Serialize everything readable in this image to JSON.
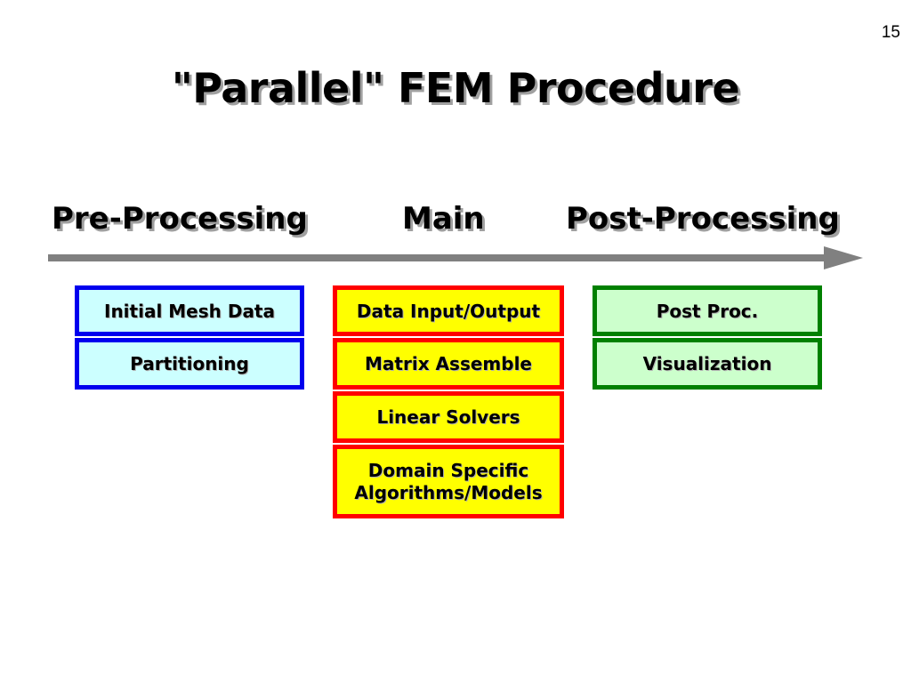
{
  "page_number": "15",
  "title": "\"Parallel\" FEM Procedure",
  "phases": {
    "pre": "Pre-Processing",
    "main": "Main",
    "post": "Post-Processing"
  },
  "pre_processing": [
    "Initial Mesh Data",
    "Partitioning"
  ],
  "main": [
    "Data Input/Output",
    "Matrix Assemble",
    "Linear Solvers",
    "Domain Specific",
    "Algorithms/Models"
  ],
  "post_processing": [
    "Post Proc.",
    "Visualization"
  ],
  "colors": {
    "pre_border": "#0000ee",
    "pre_fill": "#ccffff",
    "main_border": "#ff0000",
    "main_fill": "#ffff00",
    "post_border": "#008000",
    "post_fill": "#ccffcc",
    "arrow": "#808080"
  }
}
